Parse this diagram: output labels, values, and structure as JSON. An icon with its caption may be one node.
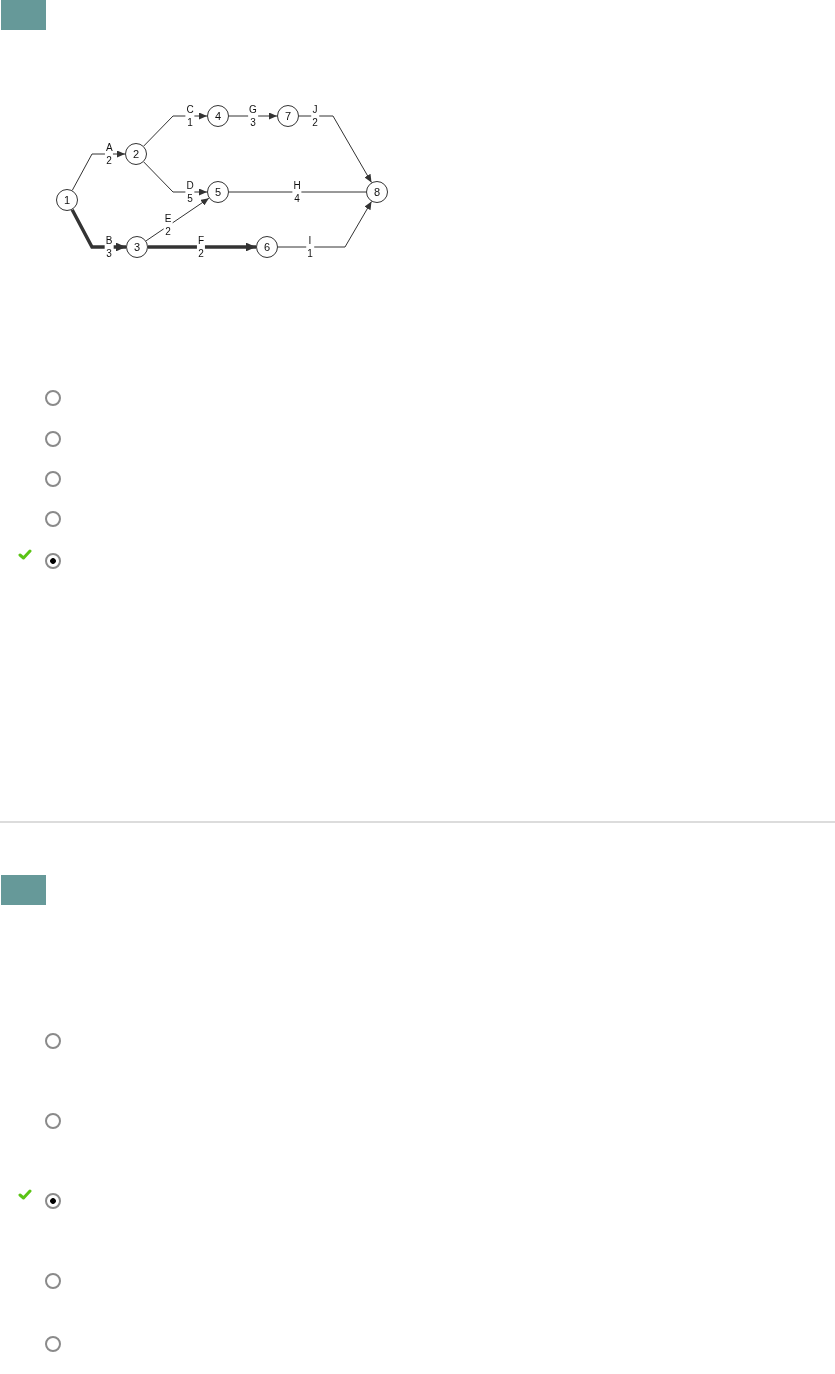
{
  "diagram": {
    "nodes": [
      {
        "text": [
          "1"
        ]
      },
      {
        "text": [
          "2"
        ]
      },
      {
        "text": [
          "3"
        ]
      },
      {
        "text": [
          "4"
        ]
      },
      {
        "text": [
          "5"
        ]
      },
      {
        "text": [
          "6"
        ]
      },
      {
        "text": [
          "7"
        ]
      },
      {
        "text": [
          "8"
        ]
      }
    ],
    "edges": [
      {
        "from": 0,
        "to": 1,
        "arrow": "to",
        "label": "A 2"
      },
      {
        "from": 0,
        "to": 2,
        "arrow": "to",
        "label": "B 3",
        "style": "thick"
      },
      {
        "from": 1,
        "to": 3,
        "arrow": "to",
        "label": "C 1"
      },
      {
        "from": 1,
        "to": 4,
        "arrow": "to",
        "label": "D 5"
      },
      {
        "from": 2,
        "to": 4,
        "arrow": "to",
        "label": "E 2"
      },
      {
        "from": 2,
        "to": 5,
        "arrow": "to",
        "label": "F 2",
        "style": "thick"
      },
      {
        "from": 3,
        "to": 6,
        "arrow": "to",
        "label": "G 3"
      },
      {
        "from": 4,
        "to": 7,
        "arrow": "none",
        "label": "H 4"
      },
      {
        "from": 5,
        "to": 7,
        "arrow": "to",
        "label": "I 1"
      },
      {
        "from": 6,
        "to": 7,
        "arrow": "to",
        "label": "J 2"
      }
    ]
  }
}
